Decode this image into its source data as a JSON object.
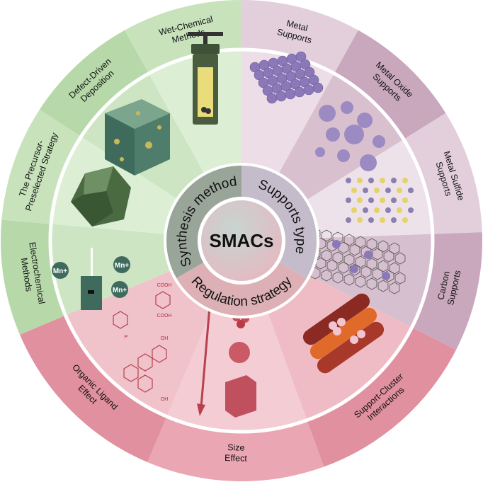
{
  "center": {
    "title": "SMACs"
  },
  "categories": [
    {
      "label": "Synthesis method",
      "color": "#9aa59a",
      "start": 240,
      "end": 360
    },
    {
      "label": "Supports type",
      "color": "#c4bccb",
      "start": 0,
      "end": 120
    },
    {
      "label": "Regulation strategy",
      "color": "#dcb0b4",
      "start": 120,
      "end": 240
    }
  ],
  "segments": [
    {
      "lines": [
        "Metal",
        "Supports"
      ],
      "start": 0,
      "end": 29,
      "outer": "#e3cfdc",
      "inner": "#ecdde7"
    },
    {
      "lines": [
        "Metal Oxide",
        "Supports"
      ],
      "start": 29,
      "end": 58,
      "outer": "#c9a7bd",
      "inner": "#d8c0cf"
    },
    {
      "lines": [
        "Metal Sulfide",
        "Supports"
      ],
      "start": 58,
      "end": 88,
      "outer": "#e3cfdc",
      "inner": "#eee2ea"
    },
    {
      "lines": [
        "Carbon",
        "Supports"
      ],
      "start": 88,
      "end": 117,
      "outer": "#c9a7bd",
      "inner": "#d6bfce"
    },
    {
      "lines": [
        "Support-Cluster",
        "Interactions"
      ],
      "start": 117,
      "end": 160,
      "outer": "#e0909f",
      "inner": "#efbcc5"
    },
    {
      "lines": [
        "Size",
        "Effect"
      ],
      "start": 160,
      "end": 203,
      "outer": "#eaa6b2",
      "inner": "#f4ccd3"
    },
    {
      "lines": [
        "Organic Ligand",
        "Effect"
      ],
      "start": 203,
      "end": 247,
      "outer": "#e0909f",
      "inner": "#f0c2ca"
    },
    {
      "lines": [
        "Electrochemical",
        "Methods"
      ],
      "start": 247,
      "end": 275,
      "outer": "#b7d9aa",
      "inner": "#cde5c3"
    },
    {
      "lines": [
        "The Precursor-",
        "Preselected Strategy"
      ],
      "start": 275,
      "end": 303,
      "outer": "#c8e3bc",
      "inner": "#dcefd4"
    },
    {
      "lines": [
        "Defect-Driven",
        "Deposition"
      ],
      "start": 303,
      "end": 331,
      "outer": "#b7d9aa",
      "inner": "#cde5c3"
    },
    {
      "lines": [
        "Wet-Chemical",
        "Methods"
      ],
      "start": 331,
      "end": 360,
      "outer": "#c8e3bc",
      "inner": "#dcefd4"
    }
  ],
  "illustrations": {
    "ion_label": "Mn+",
    "electrode_sign": "-",
    "chem_cooh": "COOH",
    "chem_p": "P",
    "chem_oh": "OH"
  },
  "colors": {
    "ring_border": "#ffffff",
    "dark_green": "#3d6b5f",
    "red": "#b8404e",
    "purple": "#8b78b8"
  }
}
